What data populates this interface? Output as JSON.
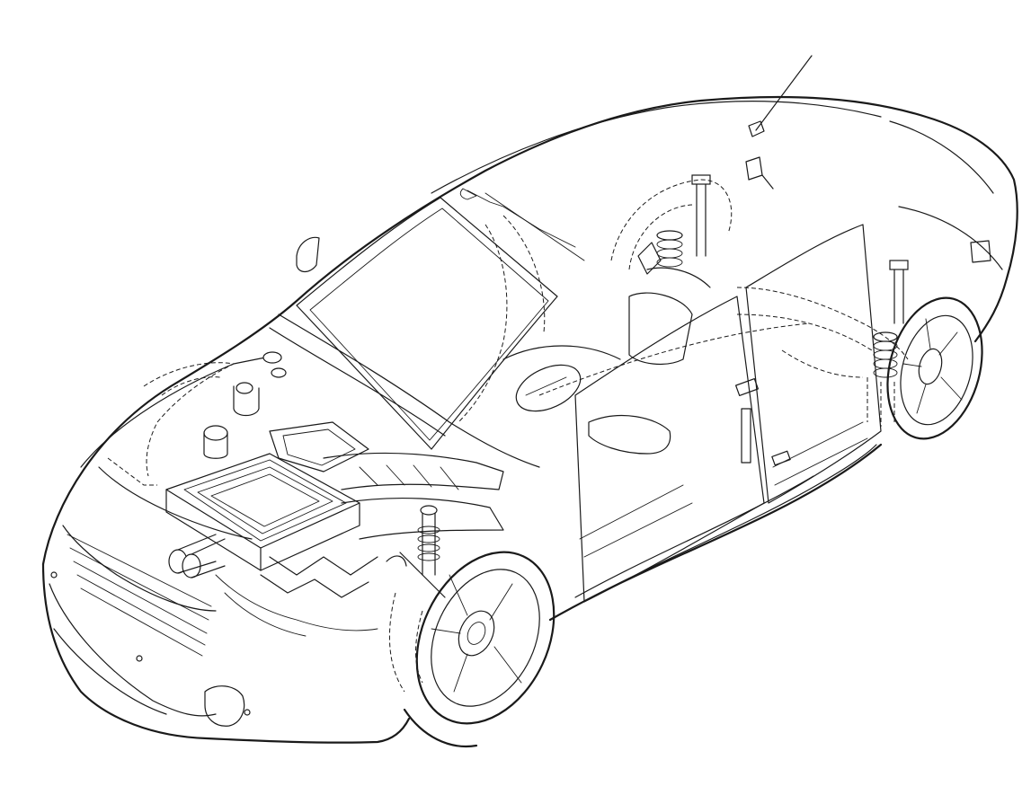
{
  "diagram": {
    "subject": "vehicle-cutaway-line-drawing",
    "callouts": [
      {
        "id": "callout-1",
        "target": "roof-mounted-unit",
        "label": ""
      }
    ],
    "components": [
      "vehicle-body",
      "windshield",
      "hood",
      "engine-bay",
      "engine",
      "intake-manifold",
      "exhaust-pipes",
      "front-left-wheel",
      "rear-right-wheel",
      "front-suspension-strut",
      "rear-suspension-strut-left",
      "rear-suspension-strut-right",
      "steering-wheel",
      "side-mirror-left",
      "side-mirror-right",
      "front-door",
      "rear-door",
      "front-grille",
      "roof-module"
    ]
  }
}
